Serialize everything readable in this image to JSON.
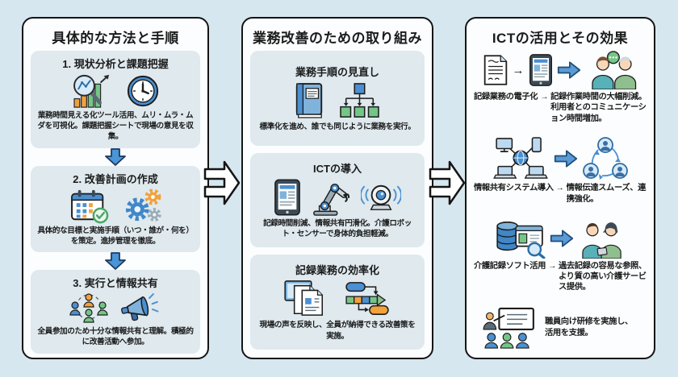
{
  "colors": {
    "background": "#d7e7f0",
    "panel_background": "#fcfdfe",
    "panel_border": "#151515",
    "step_box_background": "#dfe9ee",
    "accent_blue": "#4a90d2",
    "green": "#74c687",
    "orange": "#f2a13c",
    "text": "#1b1b1b"
  },
  "glyphs": {
    "arrow_right": "→"
  },
  "flow_arrows": [
    "panel1-to-panel2-block-arrow",
    "panel2-to-panel3-block-arrow"
  ],
  "panels": [
    {
      "title": "具体的な方法と手順",
      "steps": [
        {
          "heading": "1. 現状分析と課題把握",
          "icons": [
            "chart-magnifier-icon",
            "clock-icon"
          ],
          "caption": "業務時間見える化ツール活用、ムリ・ムラ・ムダを可視化。課題把握シートで現場の意見を収集。"
        },
        {
          "heading": "2. 改善計画の作成",
          "icons": [
            "calendar-check-icon",
            "gears-icon"
          ],
          "caption": "具体的な目標と実施手順（いつ・誰が・何を）を策定。進捗管理を徹底。"
        },
        {
          "heading": "3. 実行と情報共有",
          "icons": [
            "team-icon",
            "megaphone-icon"
          ],
          "caption": "全員参加のため十分な情報共有と理解。積極的に改善活動へ参加。"
        }
      ]
    },
    {
      "title": "業務改善のための取り組み",
      "steps": [
        {
          "heading": "業務手順の見直し",
          "icons": [
            "manual-book-icon",
            "org-flow-icon"
          ],
          "caption": "標準化を進め、誰でも同じように業務を実行。"
        },
        {
          "heading": "ICTの導入",
          "icons": [
            "tablet-icon",
            "robot-arm-icon",
            "sensor-camera-icon"
          ],
          "caption": "記録時間削減、情報共有円滑化。介護ロボット・センサーで身体的負担軽減。"
        },
        {
          "heading": "記録業務の効率化",
          "icons": [
            "documents-icon",
            "workflow-icon"
          ],
          "caption": "現場の声を反映し、全員が納得できる改善策を実施。"
        }
      ]
    },
    {
      "title": "ICTの活用とその効果",
      "rows": [
        {
          "label": "記録業務の電子化",
          "arrow": "→",
          "effect": "記録作業時間の大幅削減。利用者とのコミュニケーション時間増加。",
          "icons": [
            "paper-record-icon",
            "tablet-small-icon",
            "caregiver-user-chat-icon"
          ]
        },
        {
          "label": "情報共有システム導入",
          "arrow": "→",
          "effect": "情報伝達スムーズ、連携強化。",
          "icons": [
            "network-devices-icon",
            "staff-link-icon"
          ]
        },
        {
          "label": "介護記録ソフト活用",
          "arrow": "→",
          "effect": "過去記録の容易な参照、より質の高い介護サービス提供。",
          "icons": [
            "care-record-database-icon",
            "care-staff-icon"
          ]
        },
        {
          "caption": "職員向け研修を実施し、活用を支援。",
          "icons": [
            "training-icon"
          ]
        }
      ]
    }
  ]
}
